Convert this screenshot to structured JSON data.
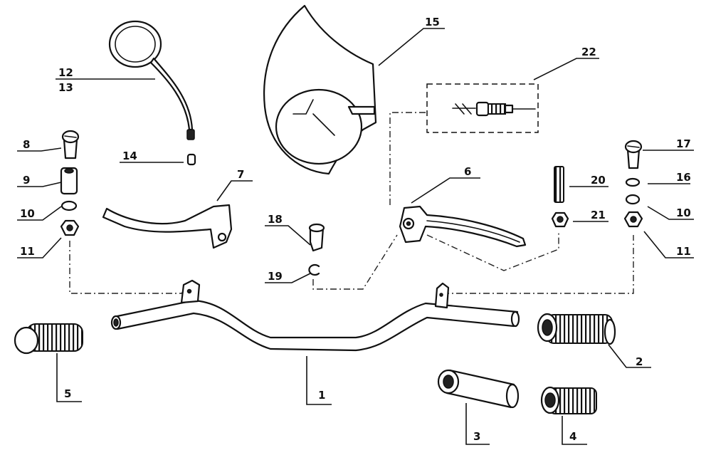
{
  "callouts": {
    "c1": "1",
    "c2": "2",
    "c3": "3",
    "c4": "4",
    "c5": "5",
    "c6": "6",
    "c7": "7",
    "c8": "8",
    "c9": "9",
    "c10a": "10",
    "c10b": "10",
    "c11a": "11",
    "c11b": "11",
    "c12": "12",
    "c13": "13",
    "c14": "14",
    "c15": "15",
    "c16": "16",
    "c17": "17",
    "c18": "18",
    "c19": "19",
    "c20": "20",
    "c21": "21",
    "c22": "22"
  },
  "colors": {
    "ink": "#111111",
    "paper": "#ffffff"
  }
}
